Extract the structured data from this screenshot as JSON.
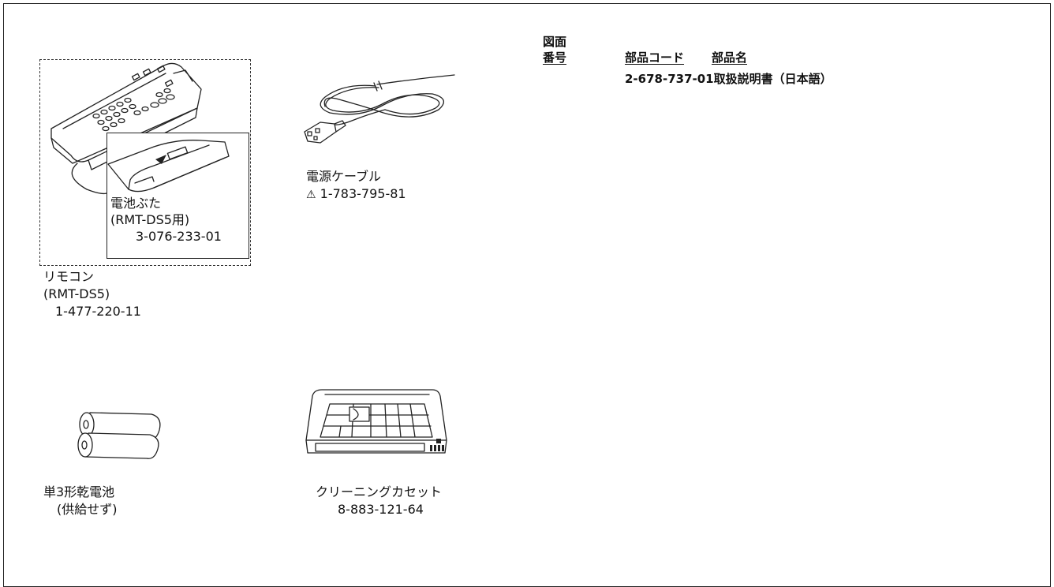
{
  "header": {
    "col_diagram_no_line1": "図面",
    "col_diagram_no_line2": "番号",
    "col_part_code": "部品コード",
    "col_part_name": "部品名"
  },
  "parts_table": [
    {
      "code": "2-678-737-01",
      "name": "取扱説明書（日本語）"
    }
  ],
  "remote": {
    "name": "リモコン",
    "model": "(RMT-DS5)",
    "part_no": "1-477-220-11"
  },
  "battery_cover": {
    "name": "電池ぶた",
    "model": "(RMT-DS5用)",
    "part_no": "3-076-233-01"
  },
  "power_cable": {
    "name": "電源ケーブル",
    "warning_icon": "warning-triangle-icon",
    "part_no": "1-783-795-81"
  },
  "batteries": {
    "name": "単3形乾電池",
    "note": "(供給せず)"
  },
  "cleaning_cassette": {
    "name": "クリーニングカセット",
    "part_no": "8-883-121-64"
  }
}
